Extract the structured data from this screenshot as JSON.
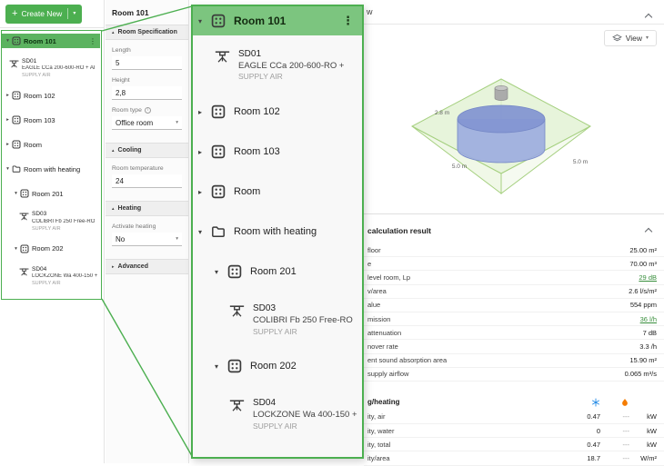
{
  "colors": {
    "accent_green": "#4caf50",
    "selected_row_green": "#5cb360",
    "overlay_header_green": "#7cc57f",
    "link_green": "#388e3c",
    "cooling_blue": "#1e88e5",
    "heating_orange": "#f57c00",
    "cylinder_blue": "#8496d2"
  },
  "topbar": {
    "create_new_label": "Create New"
  },
  "tree": {
    "items": [
      {
        "kind": "room",
        "label": "Room 101",
        "depth": 0,
        "state": "expanded",
        "selected": true,
        "kebab": true
      },
      {
        "kind": "device",
        "code": "SD01",
        "name": "EAGLE CCa 200-600-RO + AL...",
        "flow": "SUPPLY AIR",
        "depth": 1
      },
      {
        "kind": "room",
        "label": "Room 102",
        "depth": 0,
        "state": "collapsed"
      },
      {
        "kind": "room",
        "label": "Room 103",
        "depth": 0,
        "state": "collapsed"
      },
      {
        "kind": "room",
        "label": "Room",
        "depth": 0,
        "state": "collapsed"
      },
      {
        "kind": "folder",
        "label": "Room with heating",
        "depth": 0,
        "state": "expanded"
      },
      {
        "kind": "room",
        "label": "Room 201",
        "depth": 1,
        "state": "expanded"
      },
      {
        "kind": "device",
        "code": "SD03",
        "name": "COLIBRI Fb 250 Free-RO",
        "flow": "SUPPLY AIR",
        "depth": 2
      },
      {
        "kind": "room",
        "label": "Room 202",
        "depth": 1,
        "state": "expanded"
      },
      {
        "kind": "device",
        "code": "SD04",
        "name": "LOCKZONE Wa 400-150 +",
        "flow": "SUPPLY AIR",
        "depth": 2
      }
    ]
  },
  "properties": {
    "title": "Room 101",
    "sections": [
      {
        "title": "Room Specification",
        "expanded": true,
        "fields": [
          {
            "label": "Length",
            "value": "5",
            "type": "input"
          },
          {
            "label": "Height",
            "value": "2,8",
            "type": "input"
          },
          {
            "label": "Room type",
            "info": true,
            "value": "Office room",
            "type": "select"
          }
        ]
      },
      {
        "title": "Cooling",
        "expanded": true,
        "fields": [
          {
            "label": "Room temperature",
            "value": "24",
            "type": "input"
          }
        ]
      },
      {
        "title": "Heating",
        "expanded": true,
        "fields": [
          {
            "label": "Activate heating",
            "value": "No",
            "type": "select"
          }
        ]
      },
      {
        "title": "Advanced",
        "expanded": false,
        "fields": []
      }
    ]
  },
  "viewer": {
    "header_fragment": "w",
    "view_button_label": "View",
    "dimensions": {
      "height": "2.8 m",
      "width": "5.0 m",
      "depth": "5.0 m"
    }
  },
  "results": {
    "title_fragment": "calculation result",
    "rows": [
      {
        "label": "floor",
        "value": "25.00 m²",
        "link": false
      },
      {
        "label": "e",
        "value": "70.00 m³",
        "link": false
      },
      {
        "label": "level room, Lp",
        "value": "29 dB",
        "link": true
      },
      {
        "label": "v/area",
        "value": "2.6 l/s/m²",
        "link": false
      },
      {
        "label": "alue",
        "value": "554 ppm",
        "link": false
      },
      {
        "label": "mission",
        "value": "36 l/h",
        "link": true
      },
      {
        "label": "attenuation",
        "value": "7 dB",
        "link": false
      },
      {
        "label": "nover rate",
        "value": "3.3 /h",
        "link": false
      },
      {
        "label": "ent sound absorption area",
        "value": "15.90 m²",
        "link": false
      },
      {
        "label": "supply airflow",
        "value": "0.065 m³/s",
        "link": false
      }
    ],
    "cooling_heating": {
      "title_fragment": "g/heating",
      "rows": [
        {
          "label": "ity, air",
          "cooling": "0.47",
          "heating": "---",
          "unit": "kW"
        },
        {
          "label": "ity, water",
          "cooling": "0",
          "heating": "---",
          "unit": "kW"
        },
        {
          "label": "ity, total",
          "cooling": "0.47",
          "heating": "---",
          "unit": "kW"
        },
        {
          "label": "ity/area",
          "cooling": "18.7",
          "heating": "---",
          "unit": "W/m²"
        }
      ]
    }
  }
}
